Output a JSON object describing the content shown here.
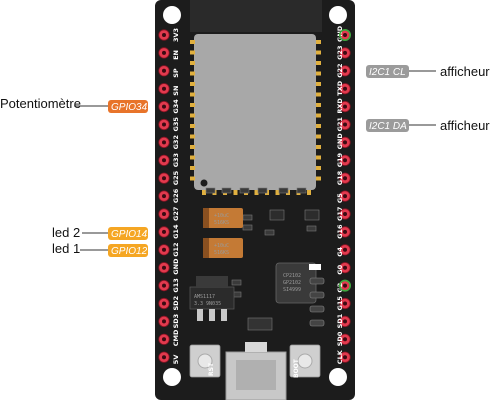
{
  "board": {
    "left_pins": [
      "3V3",
      "EN",
      "SP",
      "SN",
      "G34",
      "G35",
      "G32",
      "G33",
      "G25",
      "G26",
      "G27",
      "G14",
      "G12",
      "GND",
      "G13",
      "SD2",
      "SD3",
      "CMD",
      "5V"
    ],
    "right_pins": [
      "GND",
      "G23",
      "G22",
      "TXD",
      "RXD",
      "G21",
      "GND",
      "G19",
      "G18",
      "G5",
      "G17",
      "G16",
      "G4",
      "G0",
      "G2",
      "G15",
      "SD1",
      "SD0",
      "CLK"
    ],
    "rst_label": "RST",
    "boot_label": "BOOT",
    "regulator_text": [
      "AMS1117",
      "3.3 9N035"
    ],
    "usb_chip_text": [
      "CP2102",
      "GP2102",
      "SI4999"
    ],
    "cap_text": "+ 10uC\n 516KS"
  },
  "annotations": {
    "potentiometre": {
      "text": "Potentiomètre",
      "tag": "GPIO34",
      "color": "#e8742a"
    },
    "led2": {
      "text": "led 2",
      "tag": "GPIO14",
      "color": "#f5a623"
    },
    "led1": {
      "text": "led 1",
      "tag": "GPIO12",
      "color": "#f5a623"
    },
    "i2c_cl": {
      "text": "afficheur",
      "tag": "I2C1 CL",
      "color": "#9b9b9b"
    },
    "i2c_da": {
      "text": "afficheur",
      "tag": "I2C1 DA",
      "color": "#9b9b9b"
    }
  }
}
